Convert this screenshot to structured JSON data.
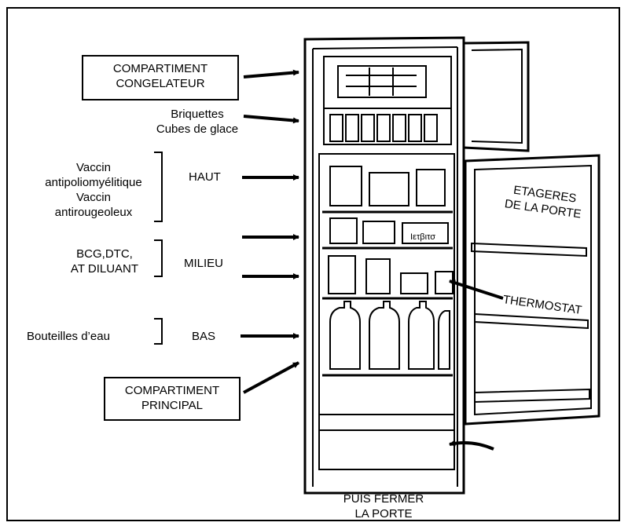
{
  "labels": {
    "freezer_box_line1": "COMPARTIMENT",
    "freezer_box_line2": "CONGELATEUR",
    "ice_line1": "Briquettes",
    "ice_line2": "Cubes de glace",
    "vaccine_line1": "Vaccin",
    "vaccine_line2": "antipoliomyélitique",
    "vaccine_line3": "Vaccin",
    "vaccine_line4": "antirougeoleux",
    "haut": "HAUT",
    "bcg_line1": "BCG,DTC,",
    "bcg_line2": "AT DILUANT",
    "milieu": "MILIEU",
    "bottles": "Bouteilles d’eau",
    "bas": "BAS",
    "main_box_line1": "COMPARTIMENT",
    "main_box_line2": "PRINCIPAL",
    "door_shelves_line1": "ETAGERES",
    "door_shelves_line2": "DE LA PORTE",
    "thermostat": "THERMOSTAT",
    "close_line1": "PUIS FERMER",
    "close_line2": "LA PORTE",
    "fridge_sign": "Ιετβιτσ"
  }
}
